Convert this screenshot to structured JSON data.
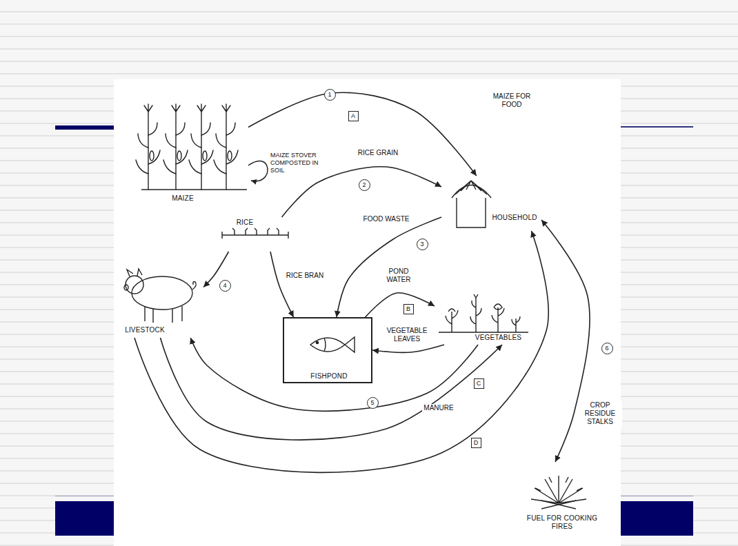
{
  "diagram": {
    "nodes": [
      {
        "text": [
          "MAIZE"
        ]
      },
      {
        "text": [
          "HOUSEHOLD"
        ]
      },
      {
        "text": [
          "RICE"
        ]
      },
      {
        "text": [
          "LIVESTOCK"
        ]
      },
      {
        "text": [
          "FISHPOND"
        ]
      },
      {
        "text": [
          "VEGETABLES"
        ]
      },
      {
        "text": [
          "FUEL FOR COOKING FIRES"
        ]
      }
    ],
    "edges": [
      {
        "from": 0,
        "to": 1,
        "label": "MAIZE FOR FOOD",
        "arrow": "to"
      },
      {
        "from": 2,
        "to": 1,
        "label": "RICE GRAIN",
        "arrow": "to"
      },
      {
        "from": 1,
        "to": 4,
        "label": "FOOD WASTE",
        "arrow": "to"
      },
      {
        "from": 2,
        "to": 3,
        "arrow": "to"
      },
      {
        "from": 2,
        "to": 4,
        "label": "RICE BRAN",
        "arrow": "to"
      },
      {
        "from": 4,
        "to": 5,
        "label": "POND WATER",
        "arrow": "to"
      },
      {
        "from": 5,
        "to": 4,
        "label": "VEGETABLE LEAVES",
        "arrow": "to"
      },
      {
        "from": 5,
        "to": 3,
        "arrow": "to"
      },
      {
        "from": 3,
        "to": 5,
        "label": "MANURE",
        "arrow": "to"
      },
      {
        "from": 3,
        "to": 1,
        "arrow": "to"
      },
      {
        "from": 1,
        "to": 6,
        "label": "CROP RESIDUE STALKS",
        "arrow": "both"
      }
    ],
    "labels": [
      "MAIZE STOVER COMPOSTED IN SOIL",
      "1",
      "A",
      "2",
      "3",
      "4",
      "B",
      "5",
      "C",
      "D",
      "6"
    ]
  }
}
